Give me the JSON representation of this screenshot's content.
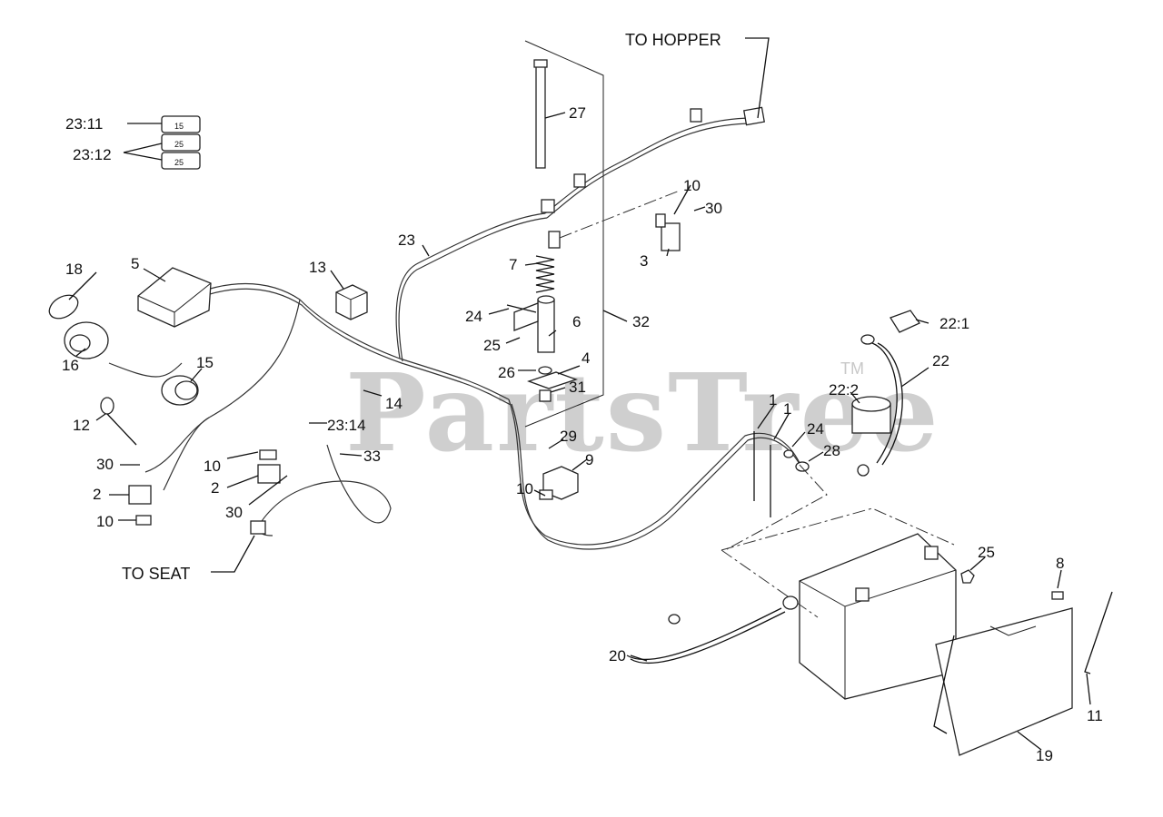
{
  "watermark": {
    "text": "PartsTree",
    "trademark": "TM"
  },
  "callouts": {
    "to_hopper": "TO HOPPER",
    "to_seat": "TO SEAT"
  },
  "labels": {
    "l1a": "1",
    "l1b": "1",
    "l2a": "2",
    "l2b": "2",
    "l3": "3",
    "l4": "4",
    "l5": "5",
    "l6": "6",
    "l7": "7",
    "l8": "8",
    "l9": "9",
    "l10a": "10",
    "l10b": "10",
    "l10c": "10",
    "l10d": "10",
    "l11": "11",
    "l12": "12",
    "l13": "13",
    "l14": "14",
    "l15": "15",
    "l16": "16",
    "l18": "18",
    "l19": "19",
    "l20": "20",
    "l22": "22",
    "l22_1": "22:1",
    "l22_2": "22:2",
    "l23": "23",
    "l23_11": "23:11",
    "l23_12": "23:12",
    "l23_14": "23:14",
    "l24a": "24",
    "l24b": "24",
    "l25a": "25",
    "l25b": "25",
    "l26": "26",
    "l27": "27",
    "l28": "28",
    "l29": "29",
    "l30a": "30",
    "l30b": "30",
    "l30c": "30",
    "l31": "31",
    "l32": "32",
    "l33": "33"
  },
  "fuse_values": {
    "f1": "15",
    "f2": "25",
    "f3": "25"
  }
}
